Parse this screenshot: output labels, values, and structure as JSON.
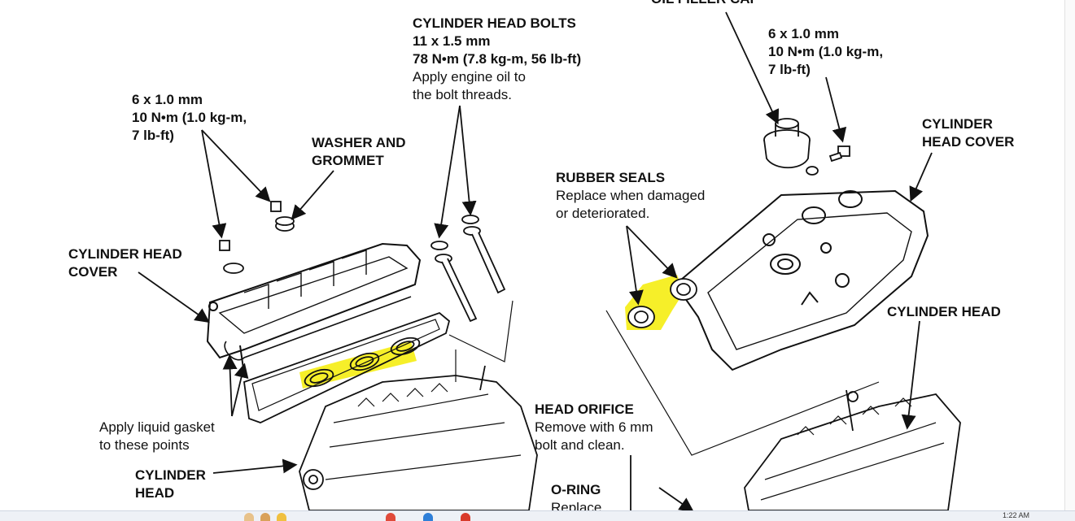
{
  "labels": {
    "oil_filler_cap": "OIL FILLER CAP",
    "head_bolts_title": "CYLINDER HEAD BOLTS",
    "head_bolts_size": "11 x 1.5 mm",
    "head_bolts_torque": "78 N•m (7.8 kg-m, 56 lb-ft)",
    "head_bolts_note1": "Apply engine oil to",
    "head_bolts_note2": "the bolt threads.",
    "left_bolt_size": "6 x 1.0 mm",
    "left_bolt_torque1": "10 N•m (1.0 kg-m,",
    "left_bolt_torque2": "7 lb-ft)",
    "right_bolt_size": "6 x 1.0 mm",
    "right_bolt_torque1": "10 N•m (1.0 kg-m,",
    "right_bolt_torque2": "7 lb-ft)",
    "washer_grommet1": "WASHER AND",
    "washer_grommet2": "GROMMET",
    "cover_right1": "CYLINDER",
    "cover_right2": "HEAD COVER",
    "rubber_seals": "RUBBER SEALS",
    "rubber_seals_note1": "Replace when damaged",
    "rubber_seals_note2": "or deteriorated.",
    "cover_left1": "CYLINDER HEAD",
    "cover_left2": "COVER",
    "cyl_head_right": "CYLINDER HEAD",
    "head_orifice": "HEAD ORIFICE",
    "head_orifice_note1": "Remove with 6 mm",
    "head_orifice_note2": "bolt and clean.",
    "liquid_gasket1": "Apply liquid gasket",
    "liquid_gasket2": "to these points",
    "cyl_head_left1": "CYLINDER",
    "cyl_head_left2": "HEAD",
    "o_ring": "O-RING",
    "o_ring_note": "Replace."
  },
  "taskbar": {
    "clock": "1:22 AM"
  },
  "colors": {
    "highlight": "#f5ee1e",
    "line": "#111111",
    "background": "#ffffff"
  }
}
